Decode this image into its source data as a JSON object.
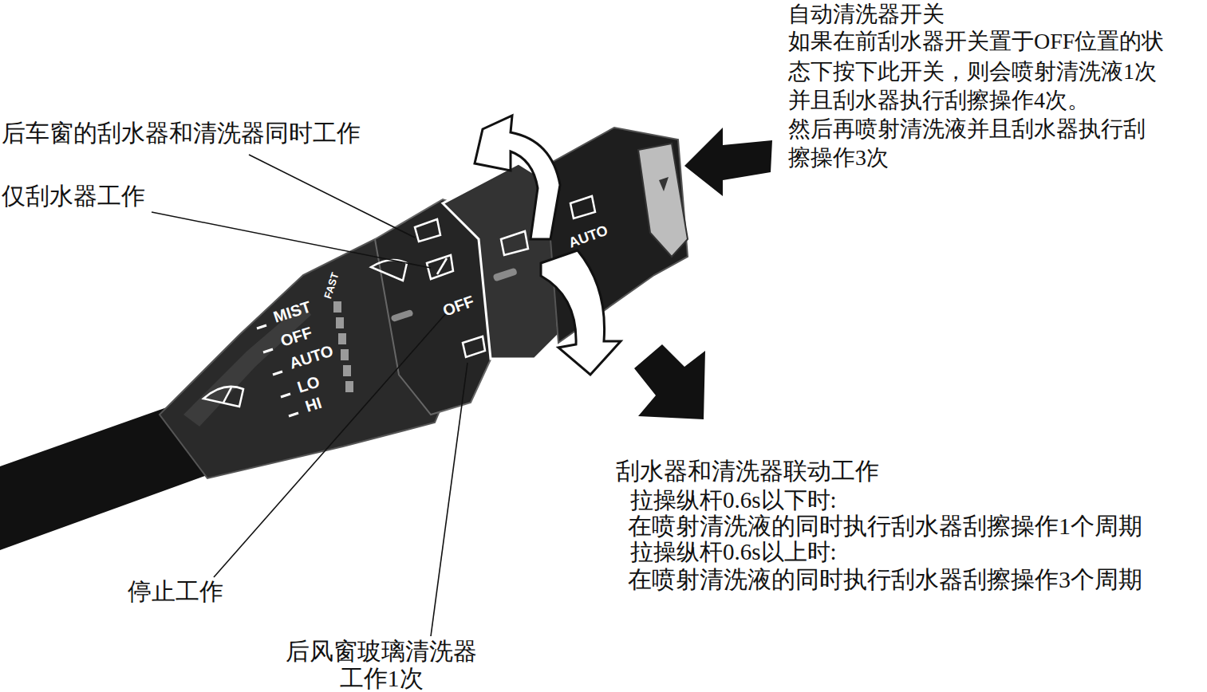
{
  "diagram": {
    "labels": [
      "自动清洗器开关",
      "如果在前刮水器开关置于OFF位置的状",
      "态下按下此开关，则会喷射清洗液1次",
      "并且刮水器执行刮擦操作4次。",
      "然后再喷射清洗液并且刮水器执行刮",
      "擦操作3次",
      "后车窗的刮水器和清洗器同时工作",
      "仅刮水器工作",
      "停止工作",
      "后风窗玻璃清洗器",
      "工作1次",
      "刮水器和清洗器联动工作",
      "拉操纵杆0.6s以下时:",
      "在喷射清洗液的同时执行刮水器刮擦操作1个周期",
      "拉操纵杆0.6s以上时:",
      "在喷射清洗液的同时执行刮水器刮擦操作3个周期",
      "FAST",
      "MIST",
      "OFF",
      "AUTO",
      "LO",
      "HI",
      "OFF",
      "AUTO"
    ]
  }
}
